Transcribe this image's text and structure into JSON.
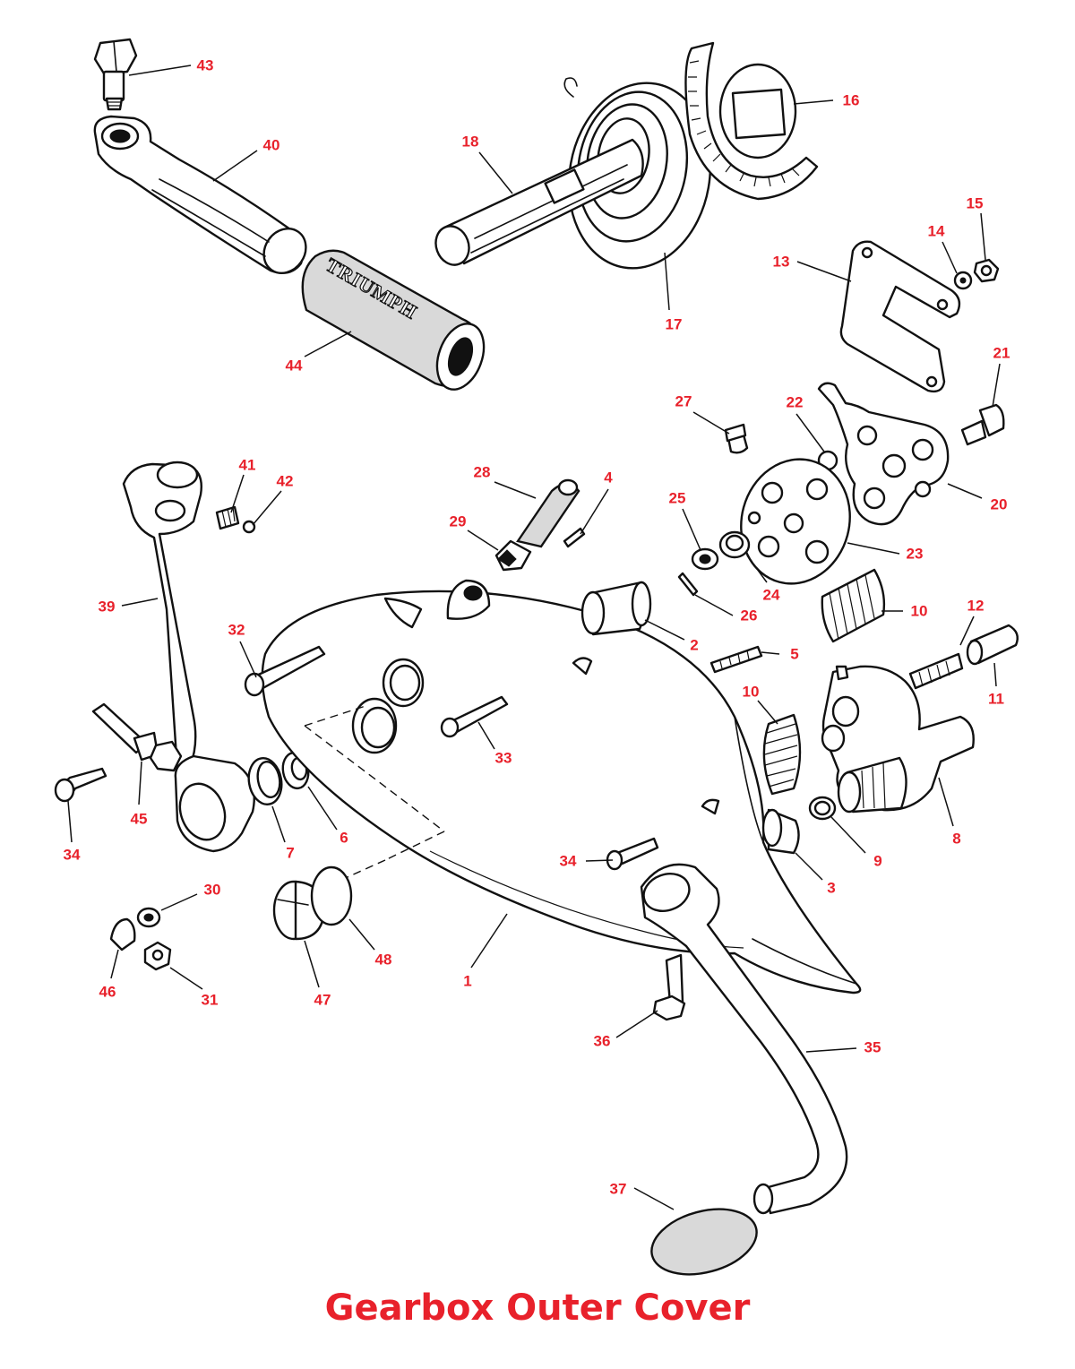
{
  "title": "Gearbox Outer Cover",
  "accent_color": "#e8212b",
  "grip_lettering": "TRIUMPH",
  "callouts": [
    "43",
    "40",
    "18",
    "16",
    "15",
    "14",
    "13",
    "17",
    "44",
    "21",
    "27",
    "22",
    "28",
    "4",
    "41",
    "42",
    "20",
    "25",
    "29",
    "23",
    "24",
    "39",
    "10",
    "26",
    "12",
    "32",
    "2",
    "5",
    "11",
    "10",
    "33",
    "45",
    "7",
    "6",
    "34",
    "8",
    "9",
    "34",
    "3",
    "30",
    "48",
    "46",
    "31",
    "47",
    "1",
    "36",
    "35",
    "37"
  ]
}
